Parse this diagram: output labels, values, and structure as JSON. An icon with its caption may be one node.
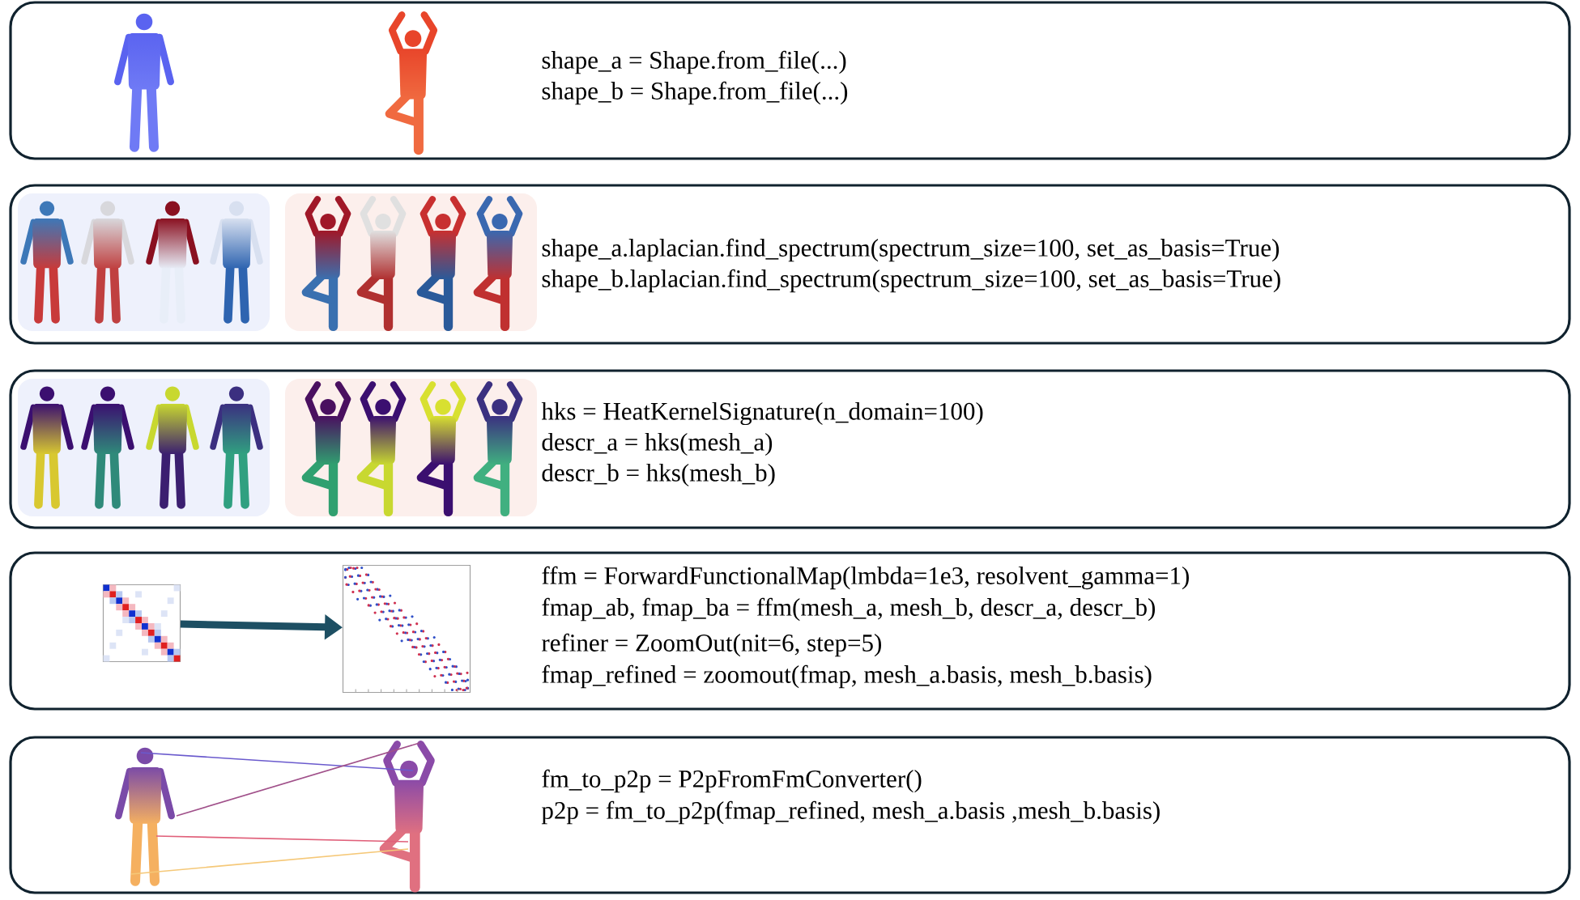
{
  "diagram": {
    "nodes": [
      {
        "text": [
          "shape_a = Shape.from_file(...)",
          "shape_b = Shape.from_file(...)"
        ]
      },
      {
        "text": [
          "shape_a.laplacian.find_spectrum(spectrum_size=100, set_as_basis=True)",
          "shape_b.laplacian.find_spectrum(spectrum_size=100, set_as_basis=True)"
        ]
      },
      {
        "text": [
          "hks = HeatKernelSignature(n_domain=100)",
          "descr_a = hks(mesh_a)",
          "descr_b = hks(mesh_b)"
        ]
      },
      {
        "text": [
          "ffm = ForwardFunctionalMap(lmbda=1e3, resolvent_gamma=1)",
          "fmap_ab, fmap_ba = ffm(mesh_a, mesh_b, descr_a, descr_b)",
          "refiner = ZoomOut(nit=6, step=5)",
          "fmap_refined = zoomout(fmap, mesh_a.basis, mesh_b.basis)"
        ]
      },
      {
        "text": [],
        "shape": "picture",
        "in": 3
      },
      {
        "text": [],
        "shape": "picture",
        "in": 3
      },
      {
        "text": [
          "fm_to_p2p = P2pFromFmConverter()",
          "p2p = fm_to_p2p(fmap_refined, mesh_a.basis ,mesh_b.basis)"
        ]
      },
      {
        "text": [],
        "shape": "person",
        "in": 6
      },
      {
        "text": [],
        "shape": "person",
        "in": 6
      }
    ],
    "edges": [
      {
        "from": 4,
        "to": 5,
        "arrow": "to",
        "style": "thick",
        "color": "#1d4f63"
      },
      {
        "from": 7,
        "to": 8,
        "arrow": "none",
        "color": "#6a5acd"
      },
      {
        "from": 7,
        "to": 8,
        "arrow": "none",
        "color": "#a0508a"
      },
      {
        "from": 7,
        "to": 8,
        "arrow": "none",
        "color": "#e0607a"
      },
      {
        "from": 7,
        "to": 8,
        "arrow": "none",
        "color": "#f5c878"
      }
    ]
  }
}
